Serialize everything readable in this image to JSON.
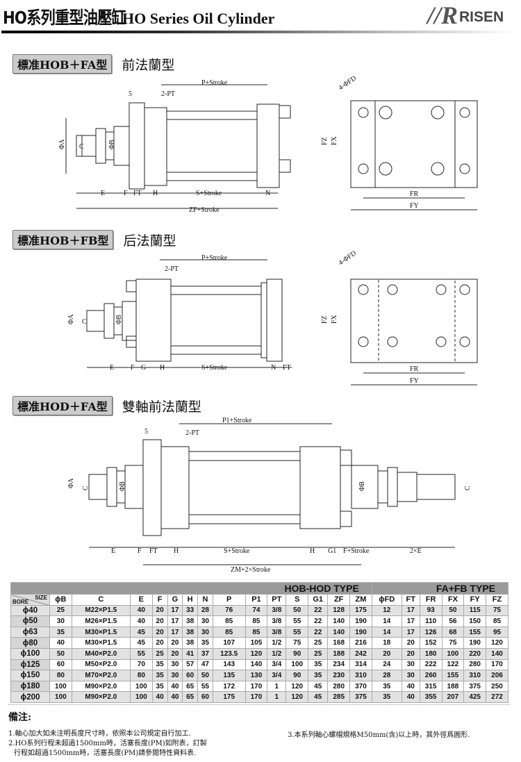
{
  "header": {
    "title_zh": "HO系列重型油壓缸",
    "title_en": "HO Series Oil Cylinder",
    "logo_text": "RISEN"
  },
  "sections": [
    {
      "tag": "標准HOB＋FA型",
      "subtitle": "前法蘭型"
    },
    {
      "tag": "標准HOB＋FB型",
      "subtitle": "后法蘭型"
    },
    {
      "tag": "標准HOD＋FA型",
      "subtitle": "雙軸前法蘭型"
    }
  ],
  "drawing1": {
    "p_stroke": "P+Stroke",
    "five": "5",
    "pt": "2-PT",
    "phiA": "ΦA",
    "c": "C",
    "phiB": "ΦB",
    "e": "E",
    "f": "F",
    "ft": "FT",
    "h": "H",
    "s_stroke": "S+Stroke",
    "n": "N",
    "zf_stroke": "ZF+Stroke",
    "fd": "4-ΦFD",
    "fz": "FZ",
    "fx": "FX",
    "fr": "FR",
    "fy": "FY"
  },
  "drawing2": {
    "p_stroke": "P+Stroke",
    "pt": "2-PT",
    "phiA": "ΦA",
    "c": "C",
    "phiB": "ΦB",
    "e": "E",
    "f": "F",
    "g": "G",
    "h": "H",
    "s_stroke": "S+Stroke",
    "n": "N",
    "ft": "FT",
    "fd": "4-ΦFD",
    "fz": "FZ",
    "fx": "FX",
    "fr": "FR",
    "fy": "FY"
  },
  "drawing3": {
    "p1_stroke": "P1+Stroke",
    "five": "5",
    "pt": "2-PT",
    "phiA": "ΦA",
    "c": "C",
    "phiB": "ΦB",
    "phiB2": "ΦB",
    "c2": "C",
    "e": "E",
    "f": "F",
    "ft": "FT",
    "h": "H",
    "s_stroke": "S+Stroke",
    "h2": "H",
    "g1": "G1",
    "f_stroke": "F+Stroke",
    "two_e": "2×E",
    "zm": "ZM+2×Stroke"
  },
  "table": {
    "group_left": "HOB-HOD TYPE",
    "group_right": "FA+FB TYPE",
    "corner_size": "SIZE",
    "corner_bore": "BORE",
    "columns": [
      "ϕB",
      "C",
      "E",
      "F",
      "G",
      "H",
      "N",
      "P",
      "P1",
      "PT",
      "S",
      "G1",
      "ZF",
      "ZM",
      "ϕFD",
      "FT",
      "FR",
      "FX",
      "FY",
      "FZ"
    ],
    "rows": [
      [
        "ϕ40",
        "25",
        "M22×P1.5",
        "40",
        "20",
        "17",
        "33",
        "28",
        "76",
        "74",
        "3/8",
        "50",
        "22",
        "128",
        "175",
        "12",
        "17",
        "93",
        "50",
        "115",
        "75"
      ],
      [
        "ϕ50",
        "30",
        "M26×P1.5",
        "40",
        "20",
        "17",
        "38",
        "30",
        "85",
        "85",
        "3/8",
        "55",
        "22",
        "140",
        "190",
        "14",
        "17",
        "110",
        "56",
        "150",
        "85"
      ],
      [
        "ϕ63",
        "35",
        "M30×P1.5",
        "45",
        "20",
        "17",
        "38",
        "30",
        "85",
        "85",
        "3/8",
        "55",
        "22",
        "140",
        "190",
        "14",
        "17",
        "126",
        "68",
        "155",
        "95"
      ],
      [
        "ϕ80",
        "40",
        "M30×P1.5",
        "45",
        "20",
        "20",
        "38",
        "35",
        "107",
        "105",
        "1/2",
        "75",
        "25",
        "168",
        "216",
        "18",
        "20",
        "152",
        "75",
        "190",
        "120"
      ],
      [
        "ϕ100",
        "50",
        "M40×P2.0",
        "55",
        "25",
        "20",
        "41",
        "37",
        "123.5",
        "120",
        "1/2",
        "90",
        "25",
        "188",
        "242",
        "20",
        "20",
        "180",
        "100",
        "220",
        "140"
      ],
      [
        "ϕ125",
        "60",
        "M50×P2.0",
        "70",
        "35",
        "30",
        "57",
        "47",
        "143",
        "140",
        "3/4",
        "100",
        "35",
        "234",
        "314",
        "24",
        "30",
        "222",
        "122",
        "280",
        "170"
      ],
      [
        "ϕ150",
        "80",
        "M70×P2.0",
        "80",
        "35",
        "30",
        "60",
        "50",
        "135",
        "130",
        "3/4",
        "90",
        "35",
        "230",
        "310",
        "28",
        "30",
        "260",
        "155",
        "310",
        "206"
      ],
      [
        "ϕ180",
        "100",
        "M90×P2.0",
        "100",
        "35",
        "40",
        "65",
        "55",
        "172",
        "170",
        "1",
        "120",
        "45",
        "280",
        "370",
        "35",
        "40",
        "315",
        "188",
        "375",
        "250"
      ],
      [
        "ϕ200",
        "100",
        "M90×P2.0",
        "100",
        "40",
        "40",
        "65",
        "60",
        "175",
        "170",
        "1",
        "120",
        "45",
        "285",
        "375",
        "35",
        "40",
        "355",
        "207",
        "425",
        "272"
      ]
    ]
  },
  "notes": {
    "title": "備注:",
    "n1": "1.軸心加大如未注明長度尺寸時，依照本公司規定自行加工.",
    "n2a": "2.HO系列行程未超過1500mm時，活塞長度(PM)如附表，訂製",
    "n2b": "行程如超過1500mm時，活塞長度(PM)請參閱特性資料表.",
    "n3": "3.本系列軸心螺帽規格M50mm(含)以上時，其外徑爲圓形."
  }
}
